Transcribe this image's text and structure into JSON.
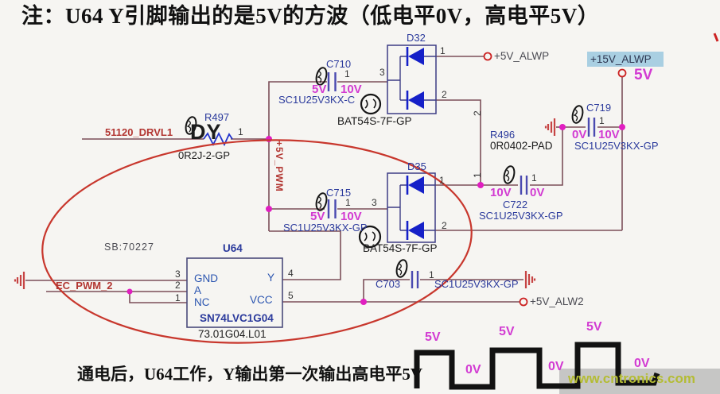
{
  "title": "注：U64 Y引脚输出的是5V的方波（低电平0V，高电平5V）",
  "caption": "通电后，U64工作，Y输出第一次输出高电平5V",
  "watermark": "www.cntronics.com",
  "annotations": {
    "dy": "DY",
    "sb": "SB:70227",
    "supply_5v_big": "5V"
  },
  "nets": {
    "drvl1": "51120_DRVL1",
    "pwm5": "+5V_PWM",
    "alwp5": "+5V_ALWP",
    "alwp15": "+15V_ALWP",
    "alw2": "+5V_ALW2",
    "ecpwm": "EC_PWM_2"
  },
  "colors": {
    "wire": "#7c4f59",
    "ref_label": "#2b3a9c",
    "voltage_annotation": "#d23bd2",
    "net_label": "#b23632",
    "highlight": "#a9cfe2",
    "ellipse": "#c8372d",
    "diode": "#1520c8",
    "ground": "#c64444",
    "watermark": "#b4bc34"
  },
  "components": {
    "r497": {
      "ref": "R497",
      "part": "0R2J-2-GP",
      "pin1": "1"
    },
    "c710": {
      "ref": "C710",
      "part": "SC1U25V3KX-C",
      "vleft": "5V",
      "vright": "10V",
      "pin1": "1"
    },
    "d32": {
      "ref": "D32",
      "part": "BAT54S-7F-GP",
      "pin1": "1",
      "pin2": "2",
      "pin3": "3"
    },
    "r496": {
      "ref": "R496",
      "part": "0R0402-PAD",
      "pin1": "1",
      "pin2": "2"
    },
    "c719": {
      "ref": "C719",
      "part": "SC1U25V3KX-GP",
      "vleft": "0V",
      "vright": "10V",
      "pin1": "1"
    },
    "c715": {
      "ref": "C715",
      "part": "SC1U25V3KX-GP",
      "vleft": "5V",
      "vright": "10V",
      "pin1": "1"
    },
    "d35": {
      "ref": "D35",
      "part": "BAT54S-7F-GP",
      "pin1": "1",
      "pin2": "2",
      "pin3": "3"
    },
    "c722": {
      "ref": "C722",
      "part": "SC1U25V3KX-GP",
      "vleft": "10V",
      "vright": "0V",
      "pin1": "1"
    },
    "c703": {
      "ref": "C703",
      "part": "SC1U25V3KX-GP",
      "pin1": "1"
    },
    "u64": {
      "ref": "U64",
      "part": "SN74LVC1G04",
      "part2": "73.01G04.L01",
      "pin_gnd": "GND",
      "pin_a": "A",
      "pin_nc": "NC",
      "pin_y": "Y",
      "pin_vcc": "VCC",
      "n1": "1",
      "n2": "2",
      "n3": "3",
      "n4": "4",
      "n5": "5"
    }
  },
  "waveform": {
    "high": [
      "5V",
      "5V",
      "5V"
    ],
    "low": [
      "0V",
      "0V",
      "0V"
    ]
  }
}
